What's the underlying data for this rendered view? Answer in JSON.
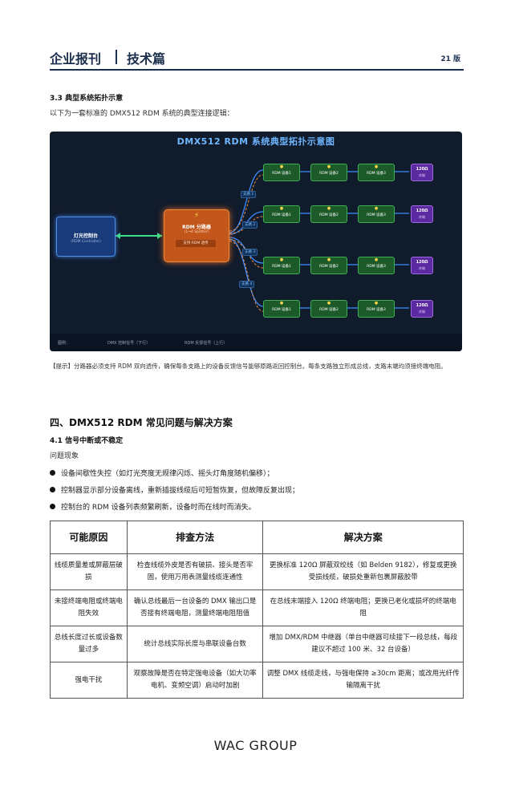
{
  "header": {
    "title": "企业报刊",
    "subtitle": "技术篇",
    "page": "21 版"
  },
  "section_3_3": {
    "heading": "3.3 典型系统拓扑示意",
    "intro": "以下为一套标准的 DMX512 RDM 系统的典型连接逻辑："
  },
  "diagram": {
    "title": "DMX512 RDM 系统典型拓扑示意图",
    "controller": {
      "title": "灯光控制台",
      "subtitle": "(RDM Controller)"
    },
    "splitter": {
      "icon": "⚡",
      "title": "RDM 分路器",
      "subtitle": "(1→4 Splitter)",
      "badge": "支持 RDM 透传"
    },
    "branches": [
      "支路 1",
      "支路 2",
      "支路 3",
      "支路 4"
    ],
    "devices": [
      "RDM 设备1",
      "RDM 设备2",
      "RDM 设备3"
    ],
    "terminator": {
      "title": "120Ω",
      "subtitle": "终端"
    },
    "legend": {
      "label": "图例：",
      "dmx": "DMX 控制信号（下行）",
      "rdm": "RDM 反馈信号（上行）"
    },
    "colors": {
      "downstream": "#3b8cff",
      "upstream": "#f08a3c",
      "device": "#1d5a2a",
      "terminator": "#5b2aa0"
    }
  },
  "tip": "【提示】分路器必须支持 RDM 双向透传，确保每条支路上的设备反馈信号能够原路返回控制台。每条支路独立形成总线，支路末端均须接终端电阻。",
  "section_4": {
    "heading": "四、DMX512 RDM 常见问题与解决方案",
    "sub": "4.1 信号中断或不稳定",
    "phenomenon": "问题现象",
    "bullets": [
      "设备间歇性失控（如灯光亮度无规律闪烁、摇头灯角度随机偏移）；",
      "控制器显示部分设备离线，重新插拔线缆后可短暂恢复，但故障反复出现；",
      "控制台的 RDM 设备列表频繁刷新，设备时而在线时而消失。"
    ]
  },
  "table": {
    "headers": [
      "可能原因",
      "排查方法",
      "解决方案"
    ],
    "rows": [
      [
        "线缆质量差或屏蔽层破损",
        "检查线缆外皮是否有破损、接头是否牢固，使用万用表测量线缆连通性",
        "更换标准 120Ω 屏蔽双绞线（如 Belden 9182），修复或更换受损线缆，破损处重新包裹屏蔽胶带"
      ],
      [
        "未接终端电阻或终端电阻失效",
        "确认总线最后一台设备的 DMX 输出口是否接有终端电阻，测量终端电阻阻值",
        "在总线末端接入 120Ω 终端电阻；更换已老化或损坏的终端电阻"
      ],
      [
        "总线长度过长或设备数量过多",
        "统计总线实际长度与串联设备台数",
        "增加 DMX/RDM 中继器（单台中继器可续接下一段总线，每段建议不超过 100 米、32 台设备）"
      ],
      [
        "强电干扰",
        "观察故障是否在特定强电设备（如大功率电机、变频空调）启动时加剧",
        "调整 DMX 线缆走线，与强电保持 ≥30cm 距离；或改用光纤传输隔离干扰"
      ]
    ]
  },
  "footer": "WAC GROUP"
}
